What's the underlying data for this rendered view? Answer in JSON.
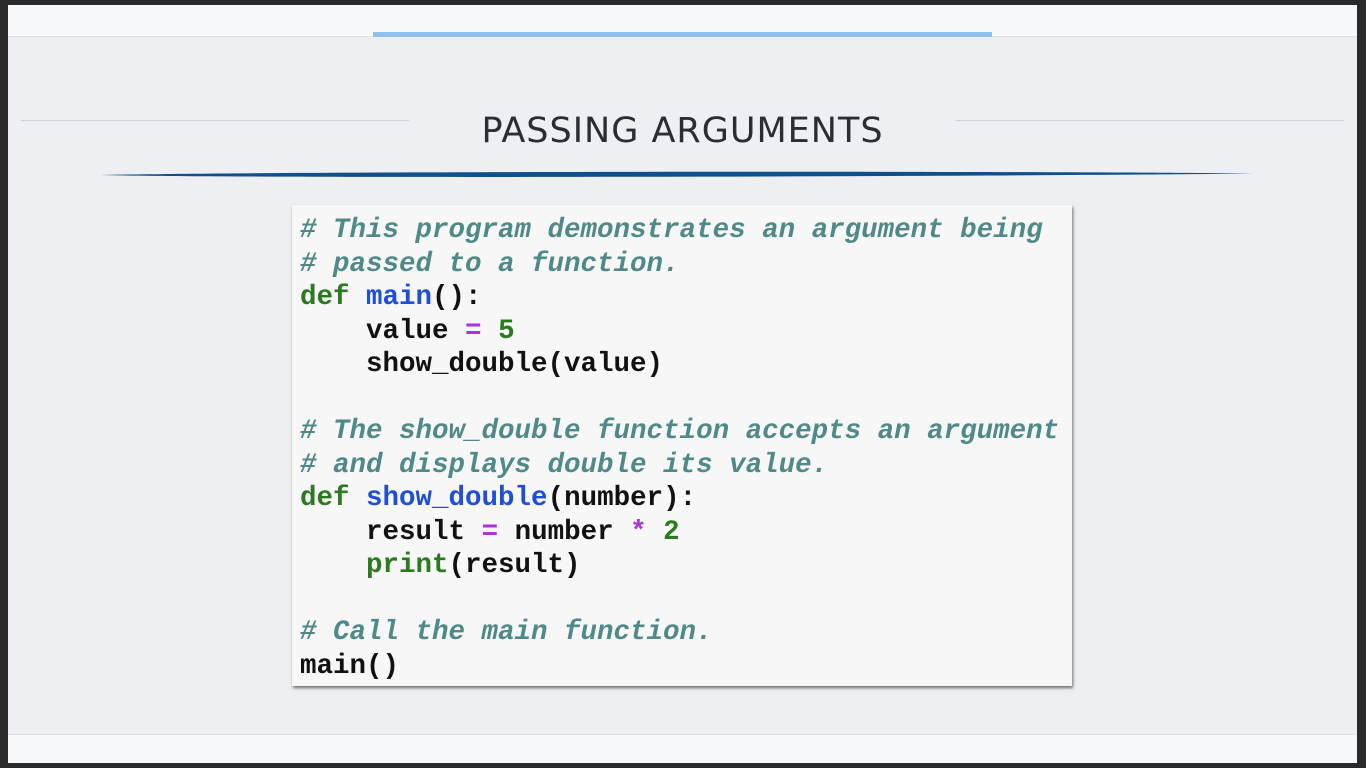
{
  "slide": {
    "title": "PASSING ARGUMENTS"
  },
  "code": {
    "comment1": "# This program demonstrates an argument being",
    "comment2": "# passed to a function.",
    "kw_def1": "def",
    "fn_main": "main",
    "paren_colon1": "():",
    "indent": "    ",
    "var_value": "value",
    "op_assign1": "=",
    "num_5": "5",
    "call_show_double": "show_double(value)",
    "comment3": "# The show_double function accepts an argument",
    "comment4": "# and displays double its value.",
    "kw_def2": "def",
    "fn_show_double": "show_double",
    "params": "(number):",
    "var_result": "result",
    "op_assign2": "=",
    "var_number": "number",
    "op_mul": "*",
    "num_2": "2",
    "builtin_print": "print",
    "print_args": "(result)",
    "comment5": "# Call the main function.",
    "call_main": "main()"
  },
  "colors": {
    "comment": "#4f8a89",
    "keyword": "#2c7a1f",
    "function_name": "#1f4fd8",
    "operator": "#aa33dd",
    "accent_top": "#8fc1ef",
    "swoosh": "#0f4f8c"
  }
}
